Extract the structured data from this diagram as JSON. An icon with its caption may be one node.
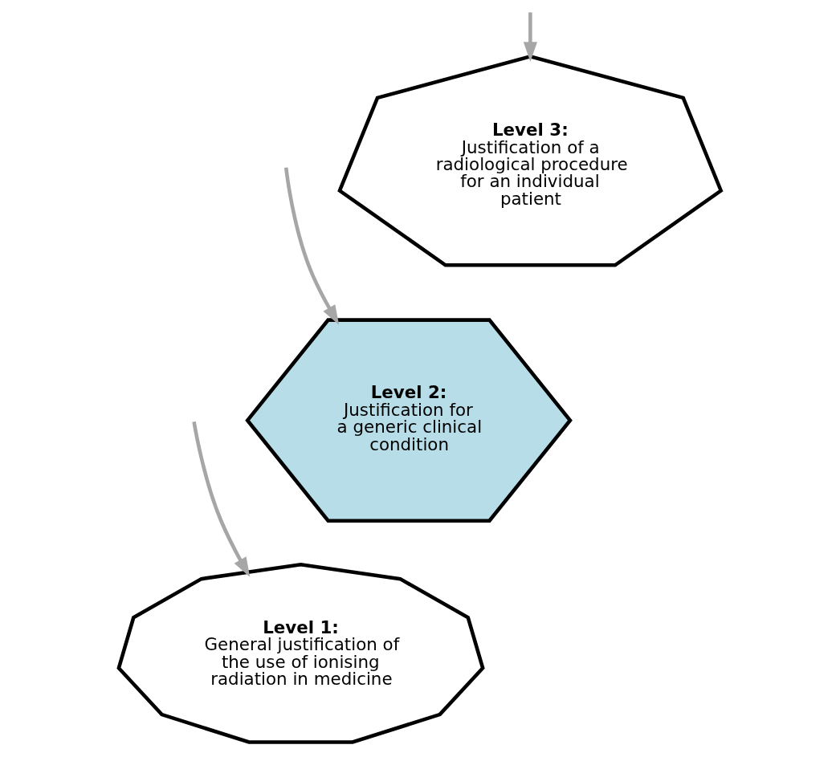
{
  "diagram": {
    "nodes": [
      {
        "text": [
          "Level 3:",
          "Justification of a radiological procedure for an individual patient"
        ]
      },
      {
        "text": [
          "Level 2:",
          "Justification for a generic clinical condition"
        ]
      },
      {
        "text": [
          "Level 1:",
          "General justification of the use of ionising radiation in medicine"
        ]
      }
    ],
    "edges": [
      {
        "from": null,
        "to": 0,
        "arrow": "to"
      },
      {
        "from": null,
        "to": 1,
        "arrow": "to"
      },
      {
        "from": null,
        "to": 2,
        "arrow": "to"
      }
    ]
  }
}
